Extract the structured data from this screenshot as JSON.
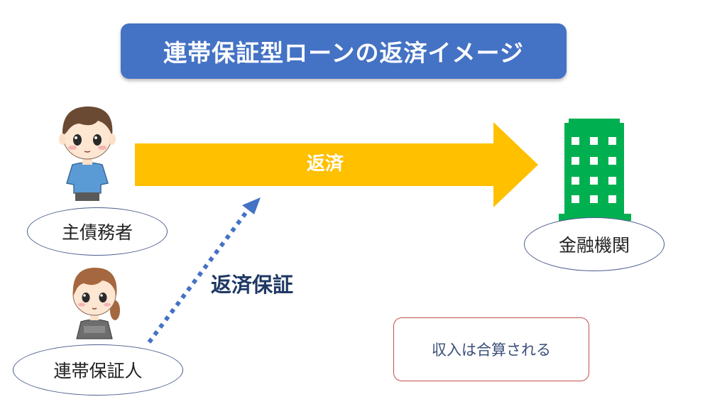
{
  "title": "連帯保証型ローンの返済イメージ",
  "repayment_label": "返済",
  "guarantee_label": "返済保証",
  "nodes": {
    "debtor": "主債務者",
    "guarantor": "連帯保証人",
    "bank": "金融機関"
  },
  "note": "収入は合算される",
  "colors": {
    "title_bg": "#4472c4",
    "arrow": "#ffc000",
    "guarantee_arrow": "#4472c4",
    "building": "#00b050",
    "note_border": "#c0504d"
  },
  "icons": [
    "man-icon",
    "woman-icon",
    "building-icon"
  ]
}
